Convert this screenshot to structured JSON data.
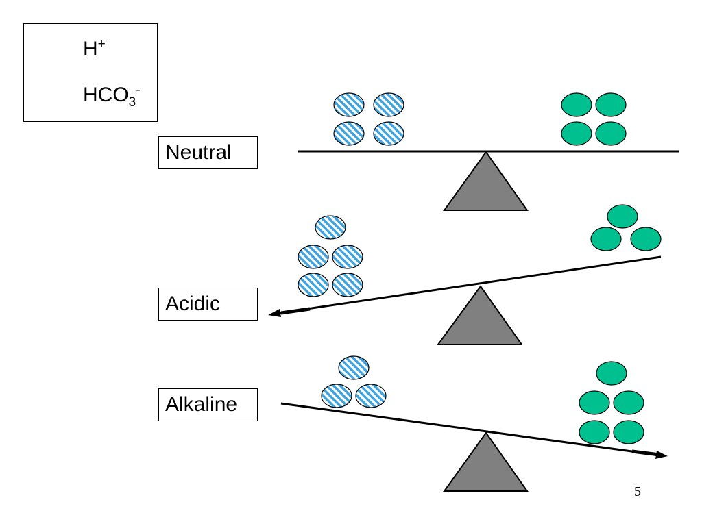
{
  "legend": {
    "h_label": "H",
    "h_charge": "+",
    "hco3_base": "HCO",
    "hco3_sub": "3",
    "hco3_charge": "-"
  },
  "states": {
    "neutral": "Neutral",
    "acidic": "Acidic",
    "alkaline": "Alkaline"
  },
  "page_number": "5",
  "colors": {
    "h_ion_fill": "#ffffff",
    "h_ion_stripe": "#3fa3e0",
    "hco3_fill": "#00c08f",
    "fulcrum": "#808080",
    "outline": "#000000"
  },
  "counts": {
    "neutral": {
      "h_ions": 4,
      "hco3_ions": 4
    },
    "acidic": {
      "h_ions": 5,
      "hco3_ions": 3
    },
    "alkaline": {
      "h_ions": 3,
      "hco3_ions": 5
    }
  }
}
